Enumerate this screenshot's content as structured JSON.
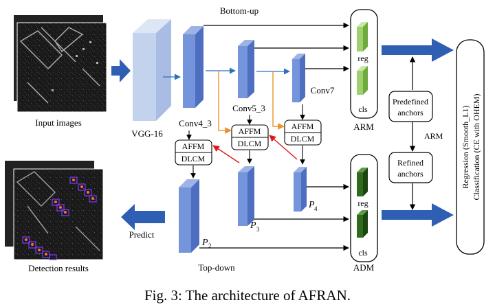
{
  "caption": "Fig. 3: The architecture of AFRAN.",
  "labels": {
    "bottom_up": "Bottom-up",
    "top_down": "Top-down",
    "input_images": "Input images",
    "detection_results": "Detection results",
    "vgg16": "VGG-16",
    "conv4_3": "Conv4_3",
    "conv5_3": "Conv5_3",
    "conv7": "Conv7",
    "predict": "Predict",
    "arm": "ARM",
    "adm": "ADM",
    "reg": "reg",
    "cls": "cls",
    "affm": "AFFM",
    "dlcm": "DLCM",
    "p_letter": "P",
    "p2_sub": "2",
    "p3_sub": "3",
    "p4_sub": "4",
    "predefined_anchors_l1": "Predefined",
    "predefined_anchors_l2": "anchors",
    "refined_anchors_l1": "Refined",
    "refined_anchors_l2": "anchors",
    "arm_between": "ARM",
    "regression": "Regression (Smooth_L1)",
    "classification": "Classification (CE with OHEM)"
  },
  "colors": {
    "feature_blue": "#6f8fd6",
    "vgg_blue": "#b9cbea",
    "arm_green": "#9fd06f",
    "adm_green": "#2f6a1e",
    "big_arrow": "#2f5fb3",
    "orange_arrow": "#f0912d",
    "red_arrow": "#e01818",
    "flow_arrow": "#2b6fbd"
  }
}
